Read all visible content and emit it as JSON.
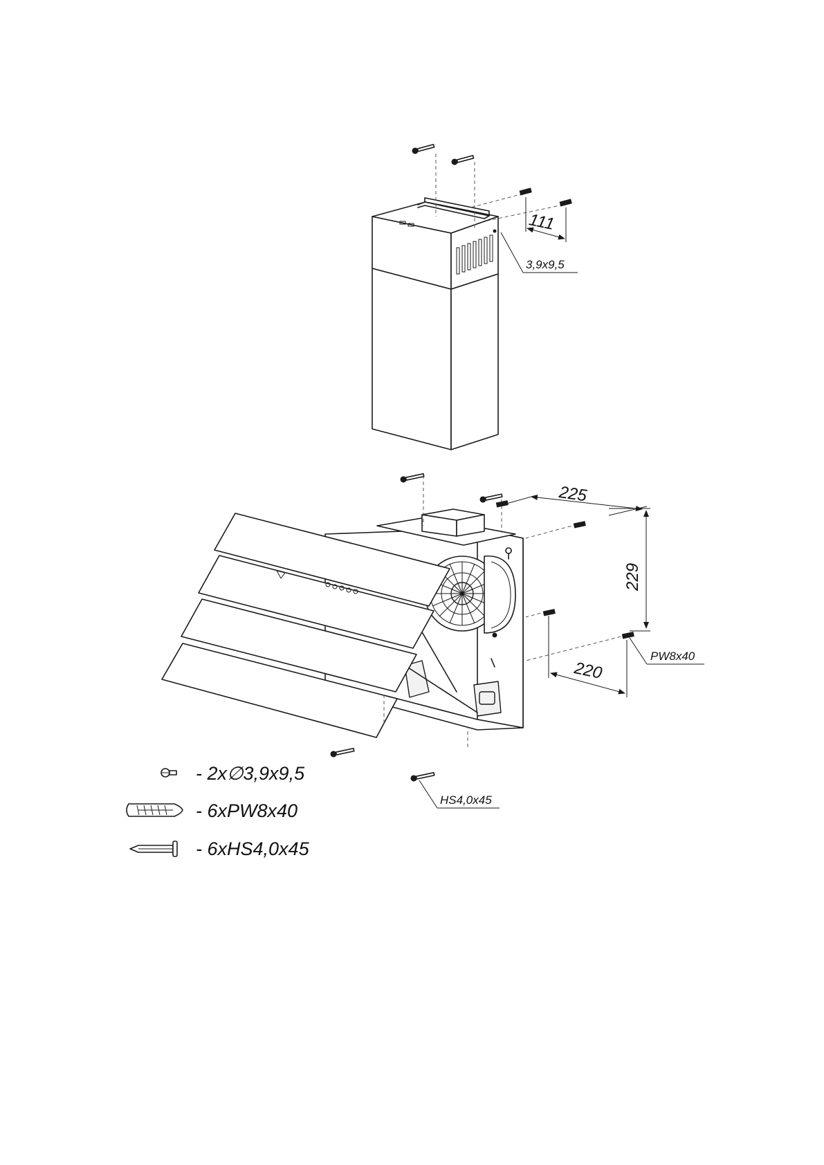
{
  "dimensions": {
    "spacing_top": "111",
    "screw_callout_top": "3,9x9,5",
    "width_top": "225",
    "height_right": "229",
    "width_bottom": "220",
    "plug_callout": "PW8x40",
    "screw_callout_bottom": "HS4,0x45"
  },
  "legend": [
    {
      "icon": "small-screw-icon",
      "label": "- 2x∅3,9x9,5"
    },
    {
      "icon": "wall-plug-icon",
      "label": "- 6xPW8x40"
    },
    {
      "icon": "long-screw-icon",
      "label": "- 6xHS4,0x45"
    }
  ]
}
